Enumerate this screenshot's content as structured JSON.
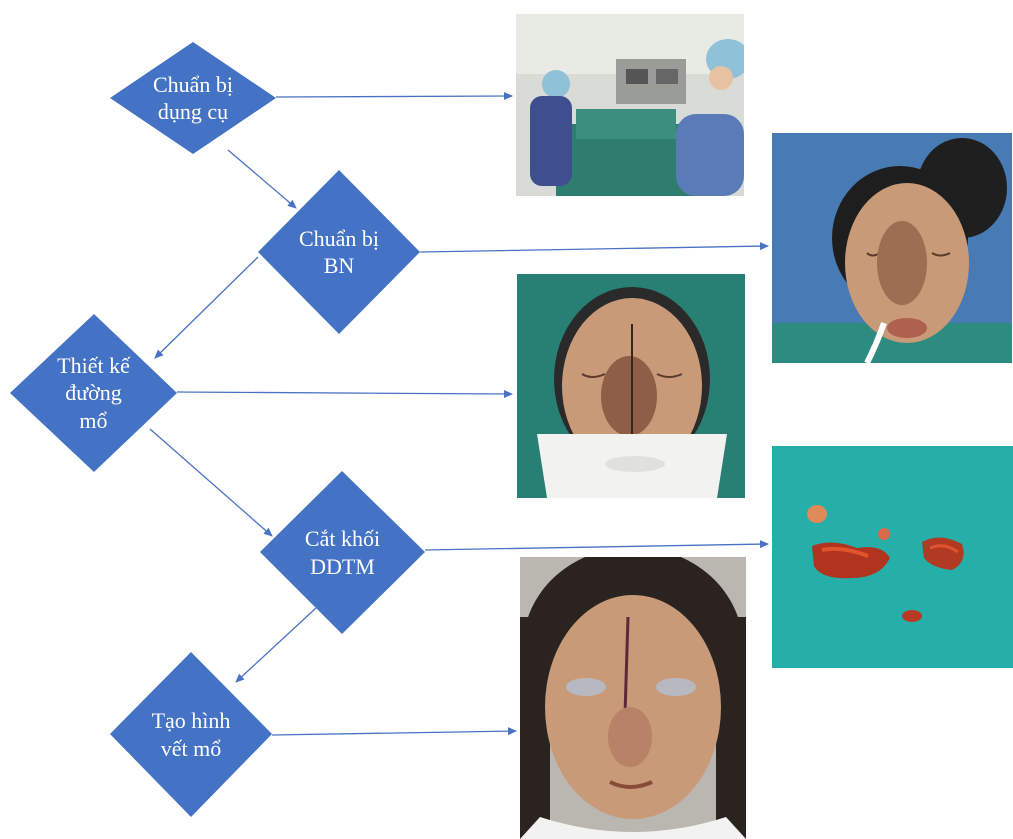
{
  "colors": {
    "diamond": "#4472C4",
    "arrow": "#4A72C4",
    "drape": "#2E8B80",
    "skin": "#C89A78"
  },
  "steps": [
    {
      "id": "chuan-bi-dung-cu",
      "label": "Chuẩn bị\ndụng cụ"
    },
    {
      "id": "chuan-bi-bn",
      "label": "Chuẩn bị\nBN"
    },
    {
      "id": "thiet-ke-duong-mo",
      "label": "Thiết kế\nđường\nmổ"
    },
    {
      "id": "cat-khoi-ddtm",
      "label": "Cắt khối\nDDTM"
    },
    {
      "id": "tao-hinh-vet-mo",
      "label": "Tạo hình\nvết mổ"
    }
  ],
  "photos": [
    {
      "id": "operating-room",
      "subject": "operating-room-photo"
    },
    {
      "id": "patient-prepared",
      "subject": "patient-face-photo"
    },
    {
      "id": "incision-design",
      "subject": "incision-design-photo"
    },
    {
      "id": "excised-mass",
      "subject": "excised-tissue-photo"
    },
    {
      "id": "post-op-result",
      "subject": "postoperative-face-photo"
    }
  ]
}
